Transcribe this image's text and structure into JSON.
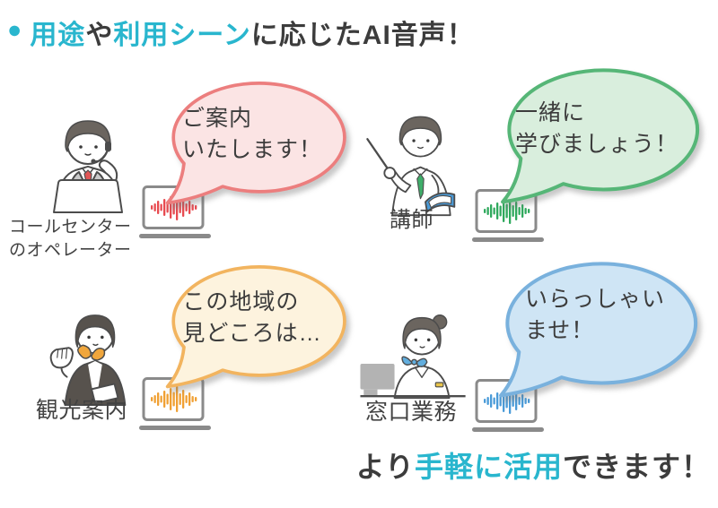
{
  "title": {
    "bullet": "●",
    "segments": [
      {
        "text": "用途",
        "accent": true
      },
      {
        "text": "や",
        "accent": false
      },
      {
        "text": "利用シーン",
        "accent": true
      },
      {
        "text": "に応じたAI音声！",
        "accent": false
      }
    ]
  },
  "footer": {
    "segments": [
      {
        "text": "より",
        "accent": false
      },
      {
        "text": "手軽に活用",
        "accent": true
      },
      {
        "text": "できます！",
        "accent": false
      }
    ]
  },
  "colors": {
    "accent_cyan": "#29b6ce",
    "text_dark": "#3c3c3c",
    "laptop_gray": "#8a8a8a"
  },
  "scenes": [
    {
      "id": "call-center",
      "label": "コールセンター\nのオペレーター",
      "bubble_text": "ご案内\nいたします！",
      "bubble_fill": "#fbe4e4",
      "bubble_stroke": "#ec7e7e",
      "wave_color": "#e84a50",
      "icon": "laptop-audio-waveform-icon",
      "illustration": "call-center-operator-with-headset"
    },
    {
      "id": "instructor",
      "label": "講師",
      "bubble_text": "一緒に\n学びましょう！",
      "bubble_fill": "#d9eedd",
      "bubble_stroke": "#56b677",
      "wave_color": "#2fa95d",
      "icon": "laptop-audio-waveform-icon",
      "illustration": "instructor-with-pointer-and-book"
    },
    {
      "id": "tour-guide",
      "label": "観光案内",
      "bubble_text": "この地域の\n見どころは…",
      "bubble_fill": "#fdf3de",
      "bubble_stroke": "#f2b45f",
      "wave_color": "#f0a033",
      "icon": "laptop-audio-waveform-icon",
      "illustration": "tour-guide-waving"
    },
    {
      "id": "counter-service",
      "label": "窓口業務",
      "bubble_text": "いらっしゃい\nませ！",
      "bubble_fill": "#cfe5f5",
      "bubble_stroke": "#79b1dd",
      "wave_color": "#4a9bd8",
      "icon": "laptop-audio-waveform-icon",
      "illustration": "counter-clerk-at-desk"
    }
  ]
}
